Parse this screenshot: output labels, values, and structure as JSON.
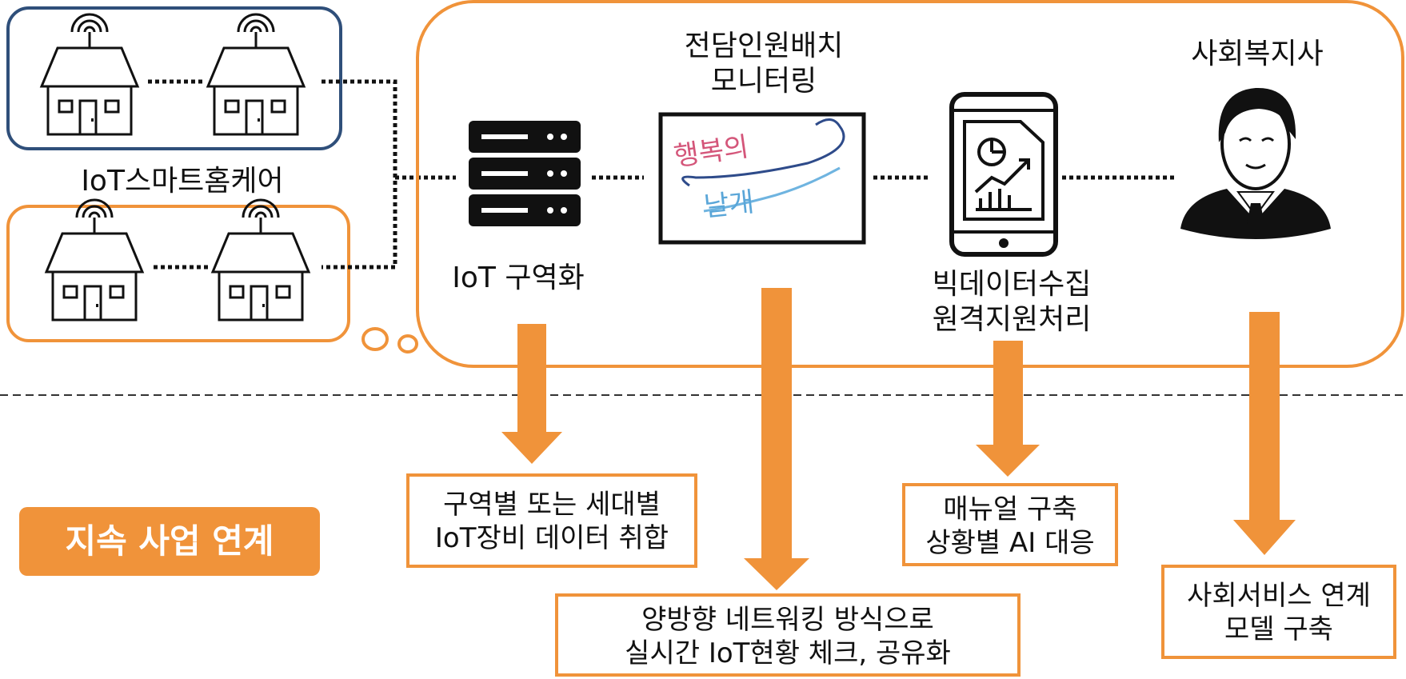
{
  "colors": {
    "accent": "#f0933a",
    "navy": "#2f4f7a",
    "dark": "#111111"
  },
  "icons": {
    "house": "house-with-antenna-icon",
    "server": "server-icon",
    "monitor": "monitor-icon",
    "phone": "smartphone-analytics-icon",
    "person": "social-worker-avatar-icon"
  },
  "cluster": {
    "label": "IoT스마트홈케어"
  },
  "nodes": {
    "server_label": "IoT 구역화",
    "monitor_label_1": "전담인원배치",
    "monitor_label_2": "모니터링",
    "monitor_logo_1": "행복의",
    "monitor_logo_2": "날개",
    "phone_label_1": "빅데이터수집",
    "phone_label_2": "원격지원처리",
    "person_label": "사회복지사"
  },
  "badge": "지속 사업 연계",
  "outcomes": {
    "box1_line1": "구역별 또는 세대별",
    "box1_line2": "IoT장비 데이터 취합",
    "box2_line1": "양방향 네트워킹 방식으로",
    "box2_line2": "실시간 IoT현황 체크, 공유화",
    "box3_line1": "매뉴얼 구축",
    "box3_line2": "상황별 AI 대응",
    "box4_line1": "사회서비스 연계",
    "box4_line2": "모델 구축"
  }
}
